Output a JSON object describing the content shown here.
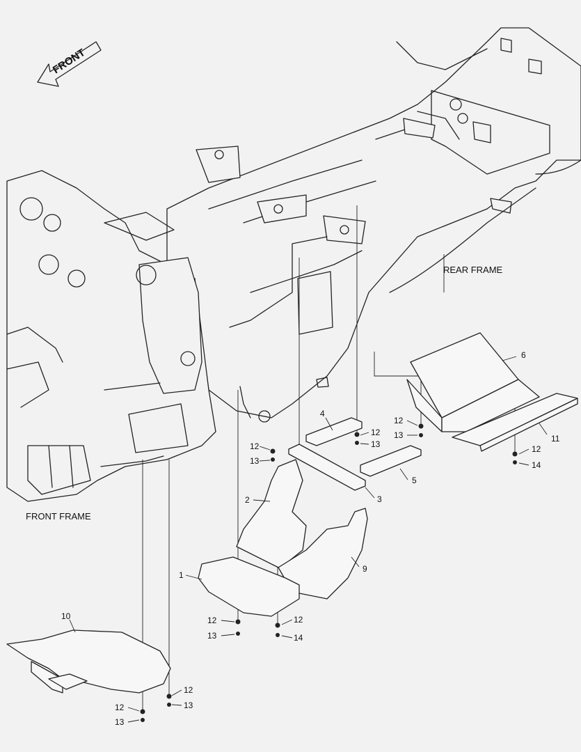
{
  "labels": {
    "front": "FRONT",
    "rear_frame": "REAR FRAME",
    "front_frame": "FRONT FRAME"
  },
  "callouts": {
    "c1": "1",
    "c2": "2",
    "c3": "3",
    "c4": "4",
    "c5": "5",
    "c6": "6",
    "c9": "9",
    "c10": "10",
    "c11": "11",
    "c12": "12",
    "c13": "13",
    "c14": "14"
  }
}
